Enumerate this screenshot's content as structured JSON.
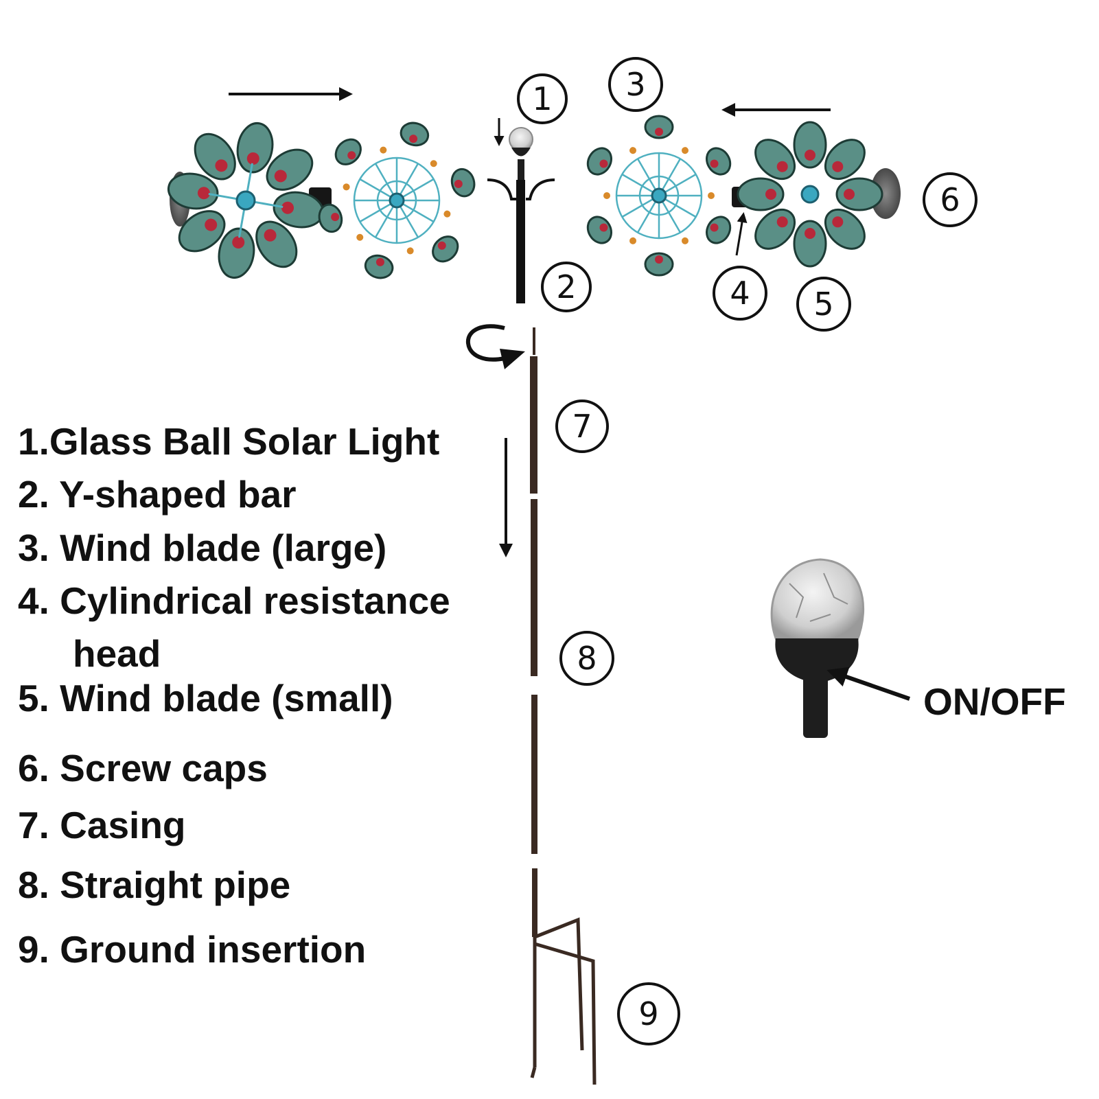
{
  "legend": {
    "items": [
      {
        "text": "1.Glass Ball Solar Light"
      },
      {
        "text": "2. Y-shaped bar"
      },
      {
        "text": "3. Wind blade (large)"
      },
      {
        "text": "4. Cylindrical resistance"
      },
      {
        "text": "head"
      },
      {
        "text": "5. Wind blade (small)"
      },
      {
        "text": "6. Screw caps"
      },
      {
        "text": "7. Casing"
      },
      {
        "text": "8. Straight pipe"
      },
      {
        "text": "9. Ground insertion"
      }
    ]
  },
  "callouts": [
    "1",
    "2",
    "3",
    "4",
    "5",
    "6",
    "7",
    "8",
    "9"
  ],
  "switch_label": "ON/OFF",
  "colors": {
    "petal_fill": "#5a8f86",
    "petal_accent": "#b8283a",
    "hub": "#3aa7c0",
    "wire": "#4fb0c0",
    "bead": "#d98a2a",
    "pole": "#3a2a22",
    "globe": "#d8d8d8",
    "base": "#1e1e1e"
  },
  "icons": {
    "rotate_arrow": "clockwise-arrow-icon",
    "assembly_arrows": "arrow-icon"
  }
}
